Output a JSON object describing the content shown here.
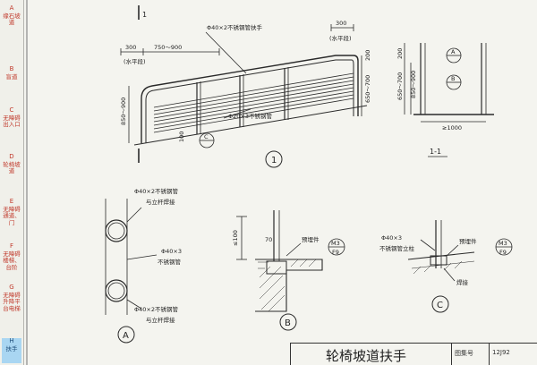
{
  "sidebar": {
    "tabs": [
      {
        "letter": "A",
        "text": "缘石坡道"
      },
      {
        "letter": "B",
        "text": "盲道"
      },
      {
        "letter": "C",
        "text": "无障碍出入口"
      },
      {
        "letter": "D",
        "text": "轮椅坡道"
      },
      {
        "letter": "E",
        "text": "无障碍通道、门"
      },
      {
        "letter": "F",
        "text": "无障碍楼梯、台阶"
      },
      {
        "letter": "G",
        "text": "无障碍升降平台电梯"
      },
      {
        "letter": "H",
        "text": "扶手"
      }
    ]
  },
  "drawing": {
    "dim_300_left": "300",
    "horiz_seg_left": "(水平段)",
    "dim_750_900": "750～900",
    "dim_300_right": "300",
    "horiz_seg_right": "(水平段)",
    "dim_850_900": "850～900",
    "dim_650_700_left": "650～700",
    "dim_200_left": "200",
    "pipe_top_label": "Φ40×2不锈钢管扶手",
    "pipe_bottom_label": "Φ20×3不锈钢管",
    "dim_100": "100",
    "callout_c": "C",
    "section_mark": "1",
    "detail_1": "1",
    "sec_dim_850_900": "850～900",
    "sec_dim_650_700": "650～700",
    "sec_dim_200": "200",
    "sec_callout_a": "A",
    "sec_callout_b": "B",
    "sec_dim_1000": "≥1000",
    "sec_label": "1-1",
    "a_label_top_1": "Φ40×2不锈钢管",
    "a_label_top_2": "与立杆焊接",
    "a_label_mid_1": "Φ40×3",
    "a_label_mid_2": "不锈钢管",
    "a_label_bot_1": "Φ40×2不锈钢管",
    "a_label_bot_2": "与立杆焊接",
    "detail_a": "A",
    "b_dim_100": "≤100",
    "b_dim_70": "70",
    "b_embed": "预埋件",
    "b_m3": "M3",
    "b_f9": "F9",
    "detail_b": "B",
    "c_label_1": "Φ40×3",
    "c_label_2": "不锈钢管立柱",
    "c_embed": "预埋件",
    "c_m3": "M3",
    "c_f9": "F9",
    "c_weld": "焊接",
    "detail_c": "C"
  },
  "title_block": {
    "title": "轮椅坡道扶手",
    "atlas_label": "图集号",
    "atlas_no": "12J92"
  }
}
